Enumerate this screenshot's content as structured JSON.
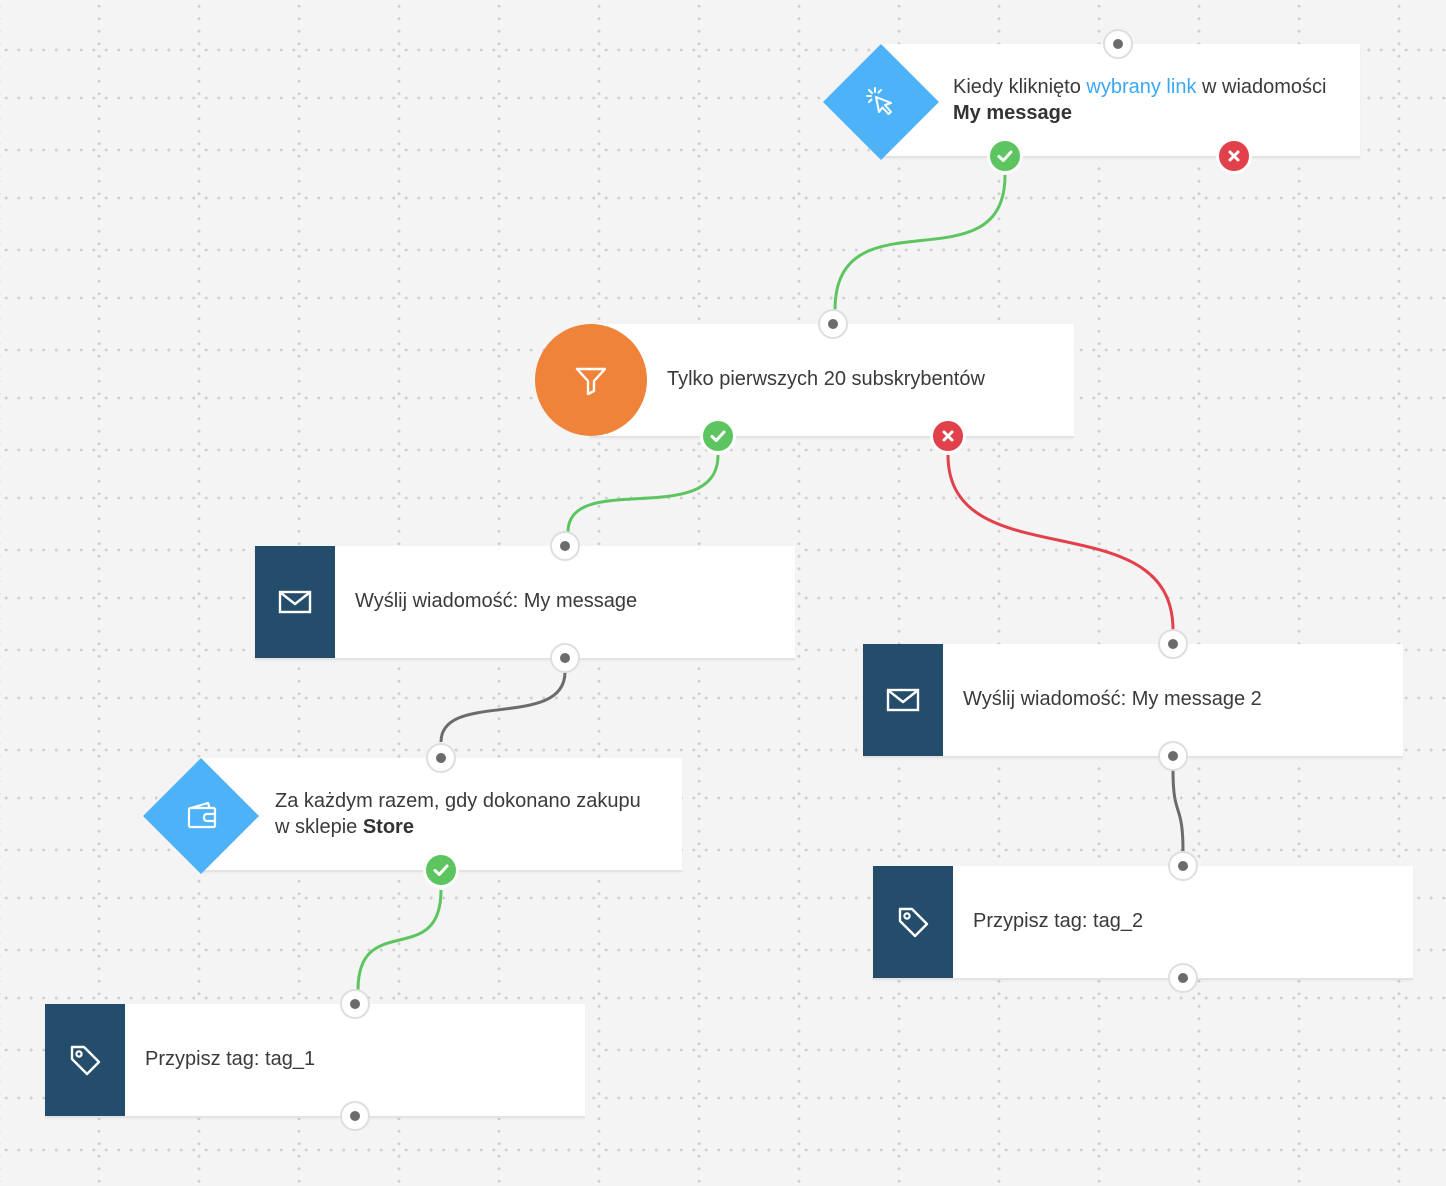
{
  "colors": {
    "positive": "#5cc55f",
    "negative": "#e2404a",
    "neutral": "#6b6b6b",
    "action_icon_bg": "#234d6a",
    "condition_icon_bg": "#4db2f7",
    "filter_icon_bg": "#ee8339",
    "link_text": "#3aa8f5"
  },
  "nodes": {
    "click_link": {
      "icon": "cursor-click-icon",
      "prefix": "Kiedy kliknięto ",
      "link": "wybrany link",
      "mid": " w wiadomości ",
      "bold": "My message"
    },
    "filter": {
      "icon": "funnel-icon",
      "label": "Tylko pierwszych 20 subskrybentów"
    },
    "send_1": {
      "icon": "envelope-icon",
      "label": "Wyślij wiadomość: My message"
    },
    "send_2": {
      "icon": "envelope-icon",
      "label": "Wyślij wiadomość: My message 2"
    },
    "purchase": {
      "icon": "wallet-icon",
      "prefix": "Za każdym razem, gdy dokonano zakupu w sklepie ",
      "bold": "Store"
    },
    "tag_1": {
      "icon": "tag-icon",
      "label": "Przypisz tag: tag_1"
    },
    "tag_2": {
      "icon": "tag-icon",
      "label": "Przypisz tag: tag_2"
    }
  }
}
